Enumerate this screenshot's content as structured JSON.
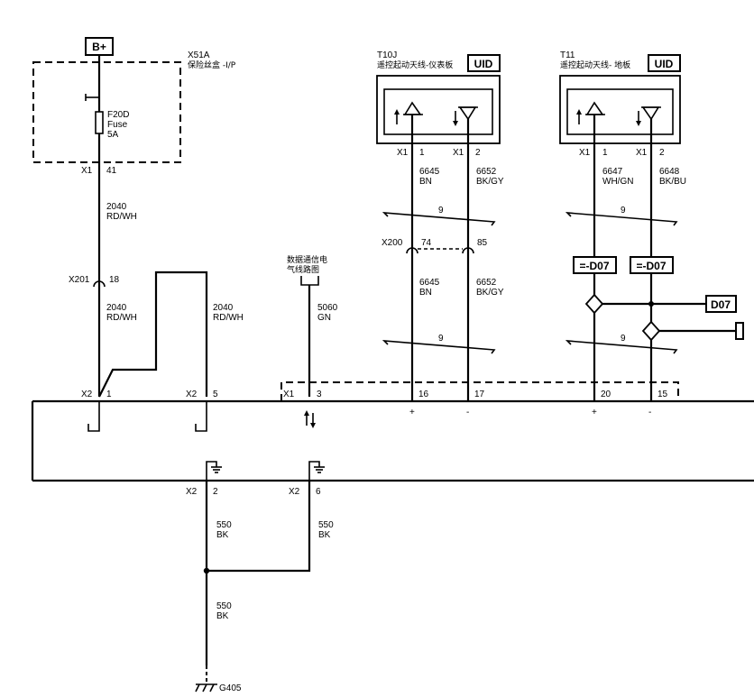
{
  "power": {
    "b_plus": "B+"
  },
  "fuse_block": {
    "id": "X51A",
    "name": "保险丝盒 -I/P",
    "fuse_id": "F20D",
    "fuse_word": "Fuse",
    "fuse_rating": "5A",
    "conn": "X1",
    "pin": "41"
  },
  "wire_2040_a": {
    "circuit": "2040",
    "color": "RD/WH"
  },
  "inline_x201": {
    "id": "X201",
    "pin": "18"
  },
  "wire_2040_b": {
    "circuit": "2040",
    "color": "RD/WH"
  },
  "wire_2040_c": {
    "circuit": "2040",
    "color": "RD/WH"
  },
  "data_comm": {
    "line1": "数据通信电",
    "line2": "气线路图"
  },
  "wire_5060": {
    "circuit": "5060",
    "color": "GN"
  },
  "antenna_ip": {
    "id": "T10J",
    "name": "遥控起动天线-仪表板",
    "badge": "UID",
    "conn1": "X1",
    "pin1": "1",
    "conn2": "X1",
    "pin2": "2"
  },
  "antenna_floor": {
    "id": "T11",
    "name": "遥控起动天线- 地板",
    "badge": "UID",
    "conn1": "X1",
    "pin1": "1",
    "conn2": "X1",
    "pin2": "2"
  },
  "wires_ip_upper": [
    {
      "circuit": "6645",
      "color": "BN"
    },
    {
      "circuit": "6652",
      "color": "BK/GY"
    }
  ],
  "wires_floor_upper": [
    {
      "circuit": "6647",
      "color": "WH/GN"
    },
    {
      "circuit": "6648",
      "color": "BK/BU"
    }
  ],
  "twist_labels": {
    "ip_upper": "9",
    "floor_upper": "9",
    "ip_lower": "9",
    "floor_lower": "9"
  },
  "inline_x200": {
    "id": "X200",
    "pin_a": "74",
    "pin_b": "85"
  },
  "wires_ip_lower": [
    {
      "circuit": "6645",
      "color": "BN"
    },
    {
      "circuit": "6652",
      "color": "BK/GY"
    }
  ],
  "d07_refs": {
    "left": "=-D07",
    "right": "=-D07",
    "offpage": "D07"
  },
  "module_pins": {
    "x2_1": {
      "conn": "X2",
      "pin": "1"
    },
    "x2_5": {
      "conn": "X2",
      "pin": "5"
    },
    "x1_3": {
      "conn": "X1",
      "pin": "3"
    },
    "p16": {
      "pin": "16",
      "pol": "+"
    },
    "p17": {
      "pin": "17",
      "pol": "-"
    },
    "p20": {
      "pin": "20",
      "pol": "+"
    },
    "p15": {
      "pin": "15",
      "pol": "-"
    },
    "x2_2": {
      "conn": "X2",
      "pin": "2"
    },
    "x2_6": {
      "conn": "X2",
      "pin": "6"
    }
  },
  "ground_wires": [
    {
      "circuit": "550",
      "color": "BK"
    },
    {
      "circuit": "550",
      "color": "BK"
    },
    {
      "circuit": "550",
      "color": "BK"
    }
  ],
  "ground": {
    "id": "G405"
  }
}
